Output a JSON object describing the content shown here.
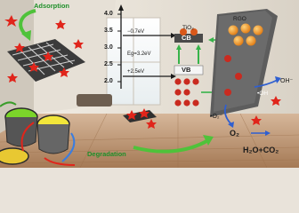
{
  "labels": {
    "adsorption": "Adsorption",
    "degradation": "Degradation",
    "tio2": "TiO₂",
    "rgo": "RGO",
    "cb": "CB",
    "vb": "VB",
    "cb_potential": "−0.7eV",
    "band_gap": "Eg=3.2eV",
    "vb_potential": "+2.5eV",
    "hydroxide": "OH⁻",
    "hydroxyl_radical": "•OH",
    "superoxide": "•O₂⁻",
    "oxygen": "O₂",
    "products": "H₂O+CO₂"
  },
  "scale": {
    "ticks": [
      "4.0",
      "3.5",
      "3.0",
      "2.5",
      "2.0"
    ]
  },
  "colors": {
    "label_green": "#1f8f2a",
    "dye_red": "#e0251b",
    "electron_orange": "#f08a24",
    "cb_band": "#4a4a4a"
  }
}
